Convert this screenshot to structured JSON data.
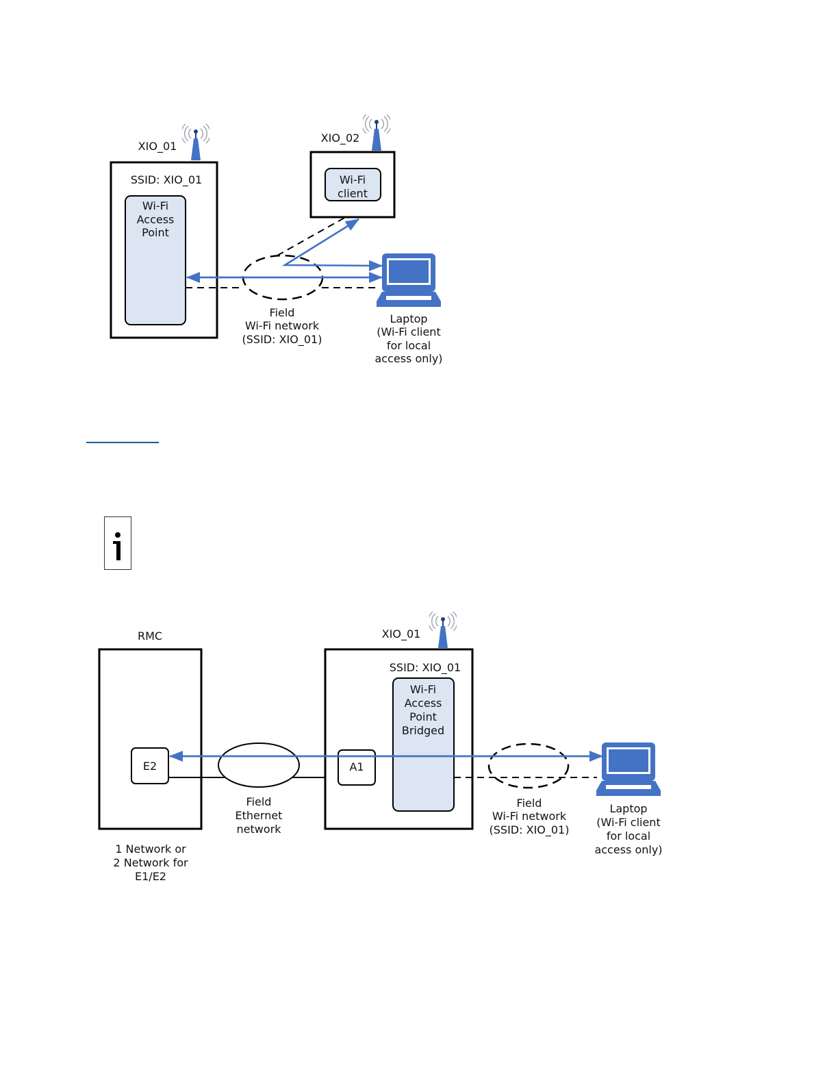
{
  "colors": {
    "accent_blue": "#4472c4",
    "inner_fill": "#dce6f2",
    "stroke": "#000000",
    "antenna_waves": "#a0a8b8",
    "link_rule": "#1a5a9a"
  },
  "diagram1": {
    "xio01_label": "XIO_01",
    "xio01_ssid": "SSID: XIO_01",
    "access_point_lines": [
      "Wi-Fi",
      "Access",
      "Point"
    ],
    "xio02_label": "XIO_02",
    "client_lines": [
      "Wi-Fi",
      "client"
    ],
    "network_lines": [
      "Field",
      "Wi-Fi network",
      "(SSID: XIO_01)"
    ],
    "laptop_lines": [
      "Laptop",
      "(Wi-Fi client",
      "for local",
      "access only)"
    ]
  },
  "note": {
    "icon": "info-icon"
  },
  "diagram2": {
    "rmc_label": "RMC",
    "e2_label": "E2",
    "rmc_note_lines": [
      "1 Network or",
      "2 Network for",
      "E1/E2"
    ],
    "ethernet_lines": [
      "Field",
      "Ethernet",
      "network"
    ],
    "xio01_label": "XIO_01",
    "xio01_ssid": "SSID: XIO_01",
    "a1_label": "A1",
    "bridged_ap_lines": [
      "Wi-Fi",
      "Access",
      "Point",
      "Bridged"
    ],
    "network_lines": [
      "Field",
      "Wi-Fi network",
      "(SSID: XIO_01)"
    ],
    "laptop_lines": [
      "Laptop",
      "(Wi-Fi client",
      "for local",
      "access only)"
    ]
  }
}
